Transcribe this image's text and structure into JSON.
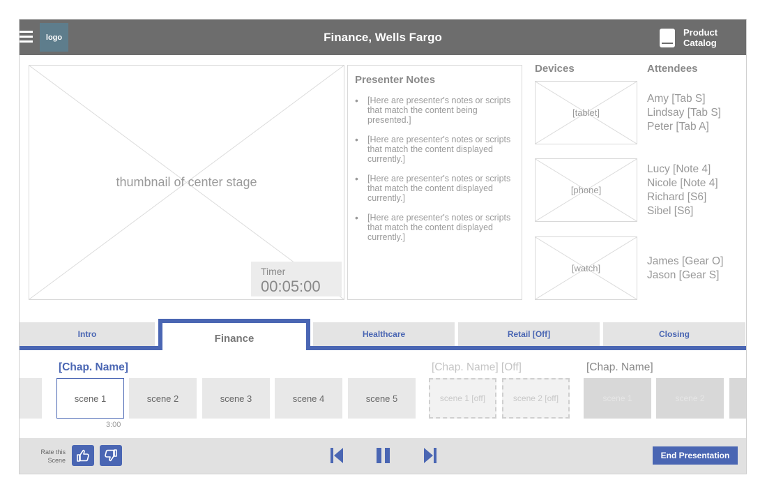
{
  "header": {
    "logo_text": "logo",
    "title": "Finance, Wells Fargo",
    "catalog_label": "Product Catalog"
  },
  "stage": {
    "label": "thumbnail of center stage",
    "timer_label": "Timer",
    "timer_value": "00:05:00"
  },
  "notes": {
    "title": "Presenter Notes",
    "items": [
      "[Here are presenter's notes or scripts that match the content being presented.]",
      "[Here are presenter's notes or scripts that match the content displayed currently.]",
      "[Here are presenter's notes or scripts that match the content displayed currently.]",
      "[Here are presenter's notes or scripts that match the content displayed currently.]"
    ]
  },
  "devices": {
    "title": "Devices",
    "items": [
      "[tablet]",
      "[phone]",
      "[watch]"
    ]
  },
  "attendees": {
    "title": "Attendees",
    "groups": [
      [
        "Amy [Tab S]",
        "Lindsay [Tab S]",
        "Peter [Tab A]"
      ],
      [
        "Lucy [Note 4]",
        "Nicole [Note 4]",
        "Richard [S6]",
        "Sibel [S6]"
      ],
      [
        "James [Gear O]",
        "Jason [Gear S]"
      ]
    ]
  },
  "tabs": [
    "Intro",
    "Finance",
    "Healthcare",
    "Retail [Off]",
    "Closing"
  ],
  "chapters": {
    "current": "[Chap. Name]",
    "off": "[Chap. Name] [Off]",
    "next": "[Chap. Name]"
  },
  "scenes": {
    "current": [
      "scene 1",
      "scene 2",
      "scene 3",
      "scene 4",
      "scene 5"
    ],
    "off": [
      "scene 1 [off]",
      "scene 2 [off]"
    ],
    "next": [
      "scene 1",
      "scene 2"
    ],
    "duration": "3:00"
  },
  "bottom": {
    "rate_label": "Rate this Scene",
    "end_label": "End Presentation"
  },
  "colors": {
    "accent": "#4a66b3",
    "header_bg": "#6d6d6d",
    "logo_bg": "#5e7d8c"
  }
}
